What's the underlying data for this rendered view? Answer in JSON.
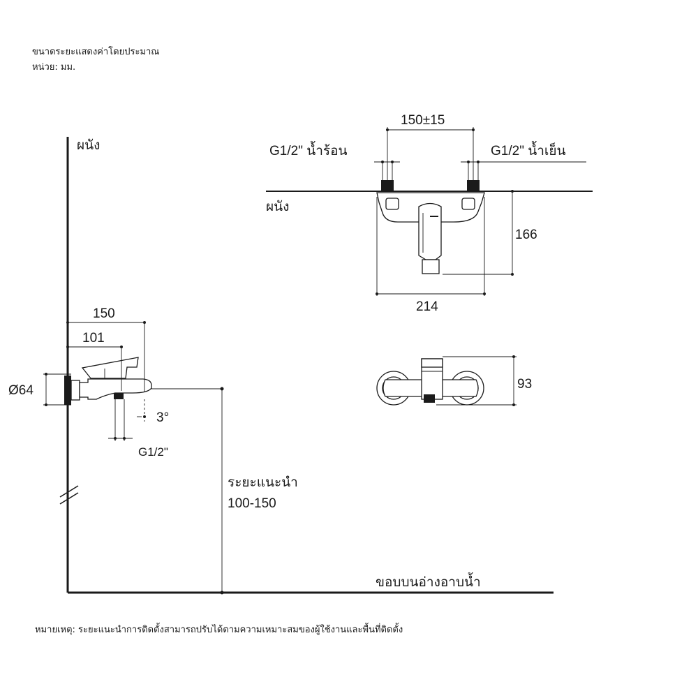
{
  "header": {
    "note_line1": "ขนาดระยะแสดงค่าโดยประมาณ",
    "note_line2": "หน่วย: มม."
  },
  "side_view": {
    "wall_label": "ผนัง",
    "dim_150": "150",
    "dim_101": "101",
    "dim_diameter": "Ø64",
    "dim_angle": "3°",
    "thread_label": "G1/2\"",
    "recommended_label": "ระยะแนะนำ",
    "recommended_range": "100-150",
    "bathtub_rim_label": "ขอบบนอ่างอาบน้ำ"
  },
  "top_view": {
    "dim_centers": "150±15",
    "hot_label": "G1/2\" น้ำร้อน",
    "cold_label": "G1/2\" น้ำเย็น",
    "wall_label": "ผนัง",
    "dim_depth": "166",
    "dim_width": "214"
  },
  "front_view": {
    "dim_height": "93"
  },
  "footer": {
    "remark": "หมายเหตุ: ระยะแนะนำการติดตั้งสามารถปรับได้ตามความเหมาะสมของผู้ใช้งานและพื้นที่ติดตั้ง"
  }
}
